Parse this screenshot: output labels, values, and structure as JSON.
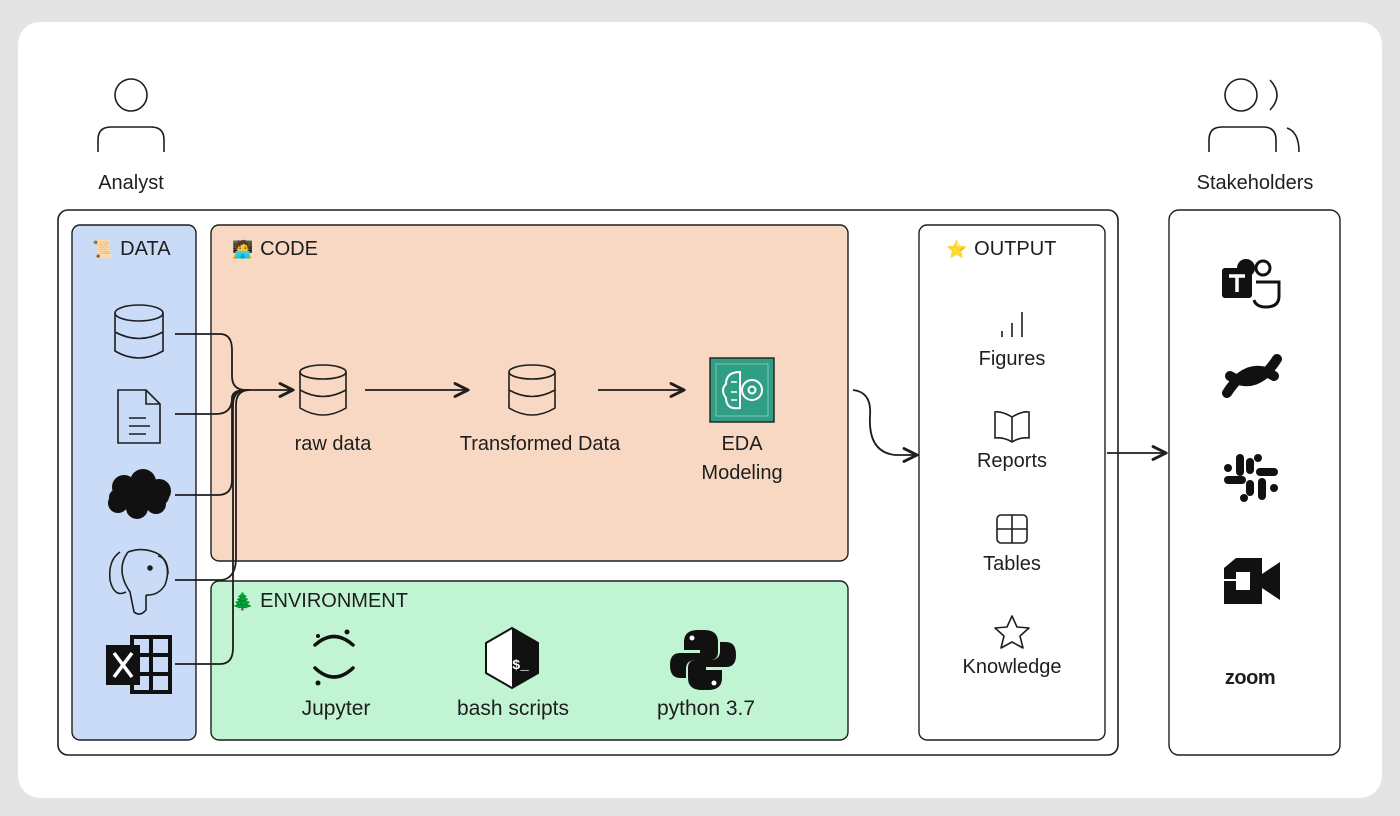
{
  "actors": {
    "analyst": "Analyst",
    "stakeholders": "Stakeholders"
  },
  "panels": {
    "data": {
      "title": "DATA",
      "emoji": "📜"
    },
    "code": {
      "title": "CODE",
      "emoji": "🧑‍💻"
    },
    "environment": {
      "title": "ENVIRONMENT",
      "emoji": "🌲"
    },
    "output": {
      "title": "OUTPUT",
      "emoji": "⭐"
    }
  },
  "data_sources": [
    "database-icon",
    "document-icon",
    "salesforce-cloud-icon",
    "postgresql-elephant-icon",
    "excel-icon"
  ],
  "code_steps": {
    "raw": "raw data",
    "transformed": "Transformed Data",
    "eda_line1": "EDA",
    "eda_line2": "Modeling"
  },
  "environment_tools": {
    "jupyter": "Jupyter",
    "bash": "bash scripts",
    "python": "python 3.7"
  },
  "outputs": {
    "figures": "Figures",
    "reports": "Reports",
    "tables": "Tables",
    "knowledge": "Knowledge"
  },
  "stakeholder_channels": {
    "teams": "teams-icon",
    "confluence": "confluence-icon",
    "slack": "slack-icon",
    "meet": "google-meet-icon",
    "zoom": "zoom"
  },
  "colors": {
    "data_panel": "#c9dbf7",
    "code_panel": "#f8d8c2",
    "environment_panel": "#c1f4d3",
    "stroke": "#1e1e1e",
    "eda_icon": "#2e9e84"
  }
}
